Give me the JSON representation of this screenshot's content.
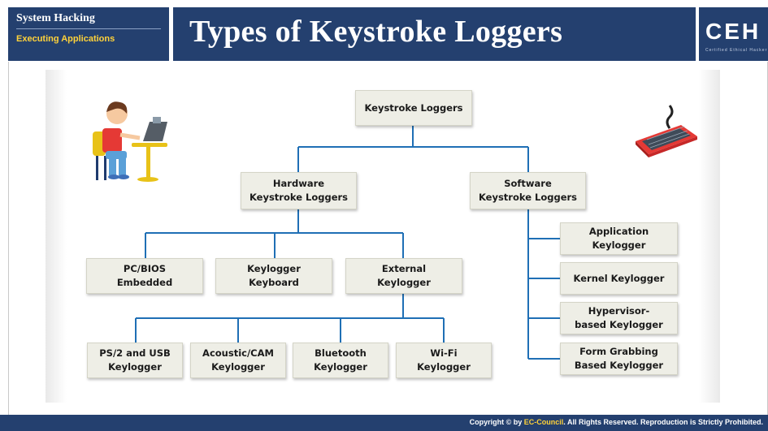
{
  "header": {
    "section": "System Hacking",
    "subsection": "Executing Applications",
    "title": "Types of Keystroke Loggers",
    "logo_text": "CEH",
    "logo_sub": "Certified  Ethical  Hacker"
  },
  "diagram": {
    "root": "Keystroke Loggers",
    "hardware": "Hardware\nKeystroke Loggers",
    "software": "Software\nKeystroke Loggers",
    "hw_children": [
      "PC/BIOS\nEmbedded",
      "Keylogger\nKeyboard",
      "External\nKeylogger"
    ],
    "ext_children": [
      "PS/2 and USB\nKeylogger",
      "Acoustic/CAM\nKeylogger",
      "Bluetooth\nKeylogger",
      "Wi-Fi\nKeylogger"
    ],
    "sw_children": [
      "Application\nKeylogger",
      "Kernel Keylogger",
      "Hypervisor-\nbased Keylogger",
      "Form Grabbing\nBased Keylogger"
    ]
  },
  "footer": {
    "prefix": "Copyright © by ",
    "brand": "EC-Council",
    "suffix": ". All Rights Reserved. Reproduction is Strictly Prohibited."
  },
  "colors": {
    "header_bg": "#24406f",
    "connector": "#1f6fb5",
    "node_bg": "#eeeee6",
    "accent": "#ffd23a"
  }
}
